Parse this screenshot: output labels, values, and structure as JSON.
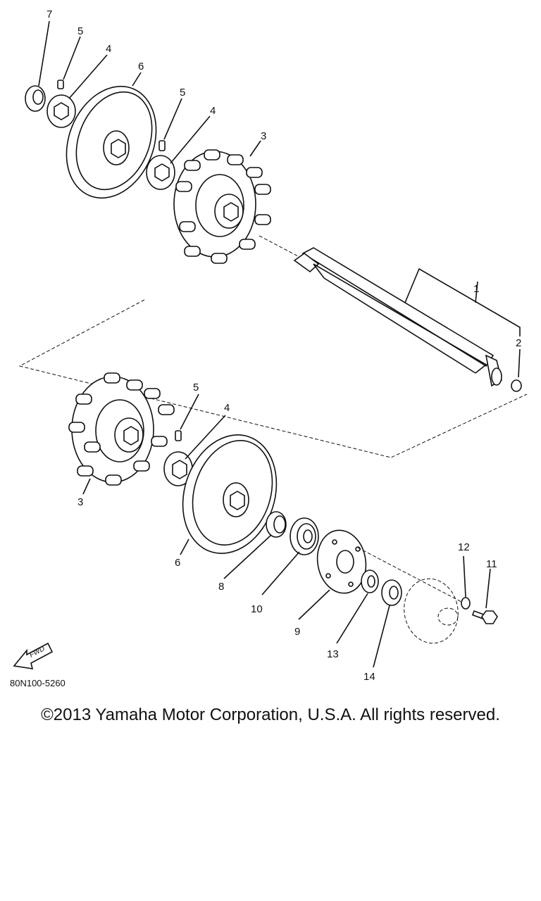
{
  "diagram": {
    "callouts": {
      "n1": "1",
      "n2": "2",
      "n3a": "3",
      "n3b": "3",
      "n4a": "4",
      "n4b": "4",
      "n4c": "4",
      "n5a": "5",
      "n5b": "5",
      "n5c": "5",
      "n6a": "6",
      "n6b": "6",
      "n7": "7",
      "n8": "8",
      "n9": "9",
      "n10": "10",
      "n11": "11",
      "n12": "12",
      "n13": "13",
      "n14": "14"
    },
    "fwd_label": "FWD",
    "reference_code": "80N100-5260"
  },
  "footer": {
    "copyright": "©2013 Yamaha Motor Corporation, U.S.A. All rights reserved."
  }
}
